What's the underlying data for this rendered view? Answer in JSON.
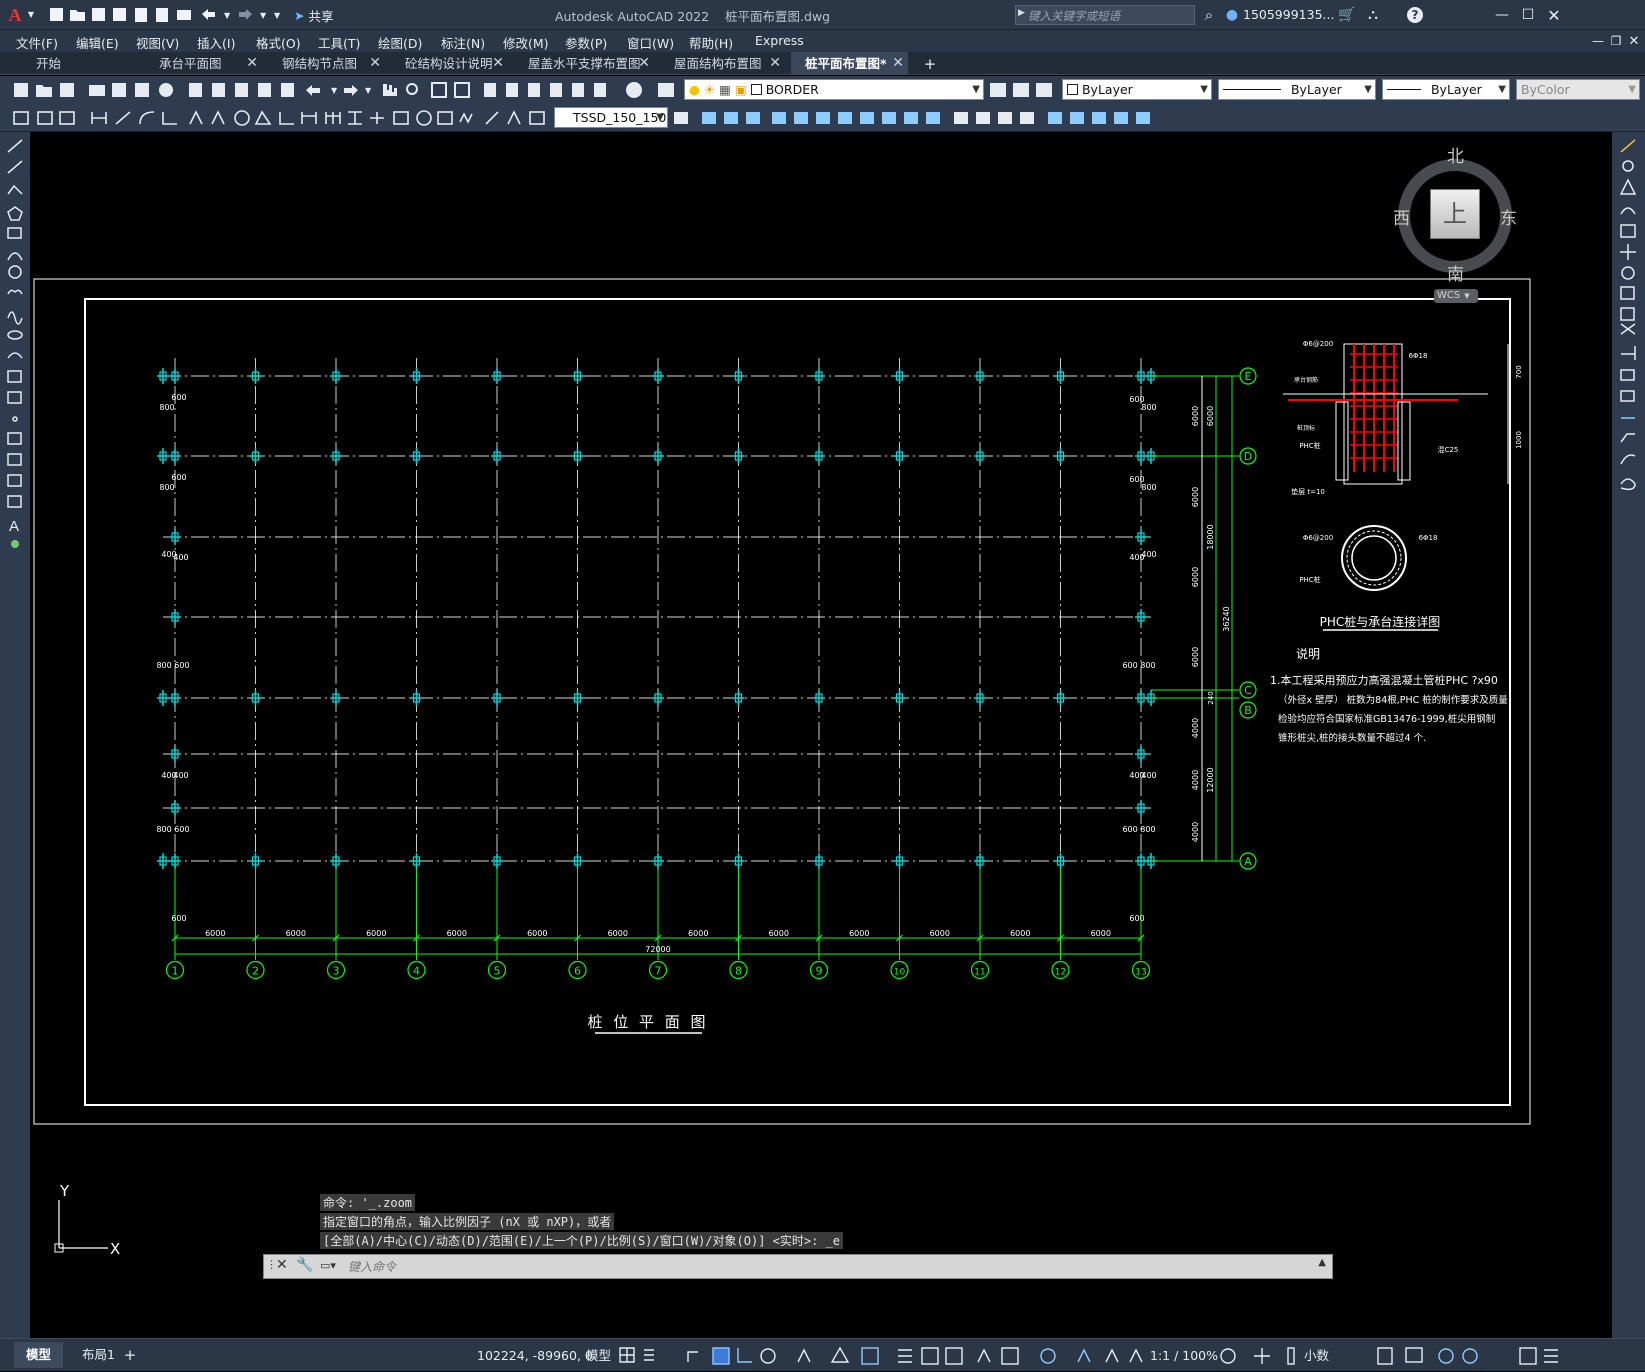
{
  "window": {
    "title": "Autodesk AutoCAD 2022    桩平面布置图.dwg",
    "share_label": "共享",
    "search_placeholder": "键入关键字或短语",
    "user": "1505999135...",
    "app_logo": "A"
  },
  "menu": [
    "文件(F)",
    "编辑(E)",
    "视图(V)",
    "插入(I)",
    "格式(O)",
    "工具(T)",
    "绘图(D)",
    "标注(N)",
    "修改(M)",
    "参数(P)",
    "窗口(W)",
    "帮助(H)",
    "Express"
  ],
  "tabs": [
    {
      "label": "开始",
      "closable": false
    },
    {
      "label": "承台平面图",
      "closable": true
    },
    {
      "label": "钢结构节点图",
      "closable": true
    },
    {
      "label": "砼结构设计说明",
      "closable": true
    },
    {
      "label": "屋盖水平支撑布置图",
      "closable": true
    },
    {
      "label": "屋面结构布置图",
      "closable": true
    },
    {
      "label": "桩平面布置图*",
      "closable": true,
      "active": true
    }
  ],
  "toolbar": {
    "layer_name": "BORDER",
    "color": "ByLayer",
    "linetype": "ByLayer",
    "lineweight": "ByLayer",
    "plotstyle": "ByColor",
    "dim_style": "TSSD_150_150"
  },
  "viewcube": {
    "north": "北",
    "south": "南",
    "east": "东",
    "west": "西",
    "top": "上",
    "wcs": "WCS"
  },
  "drawing": {
    "title": "桩 位 平 面 图",
    "span_labels": [
      "6000",
      "6000",
      "6000",
      "6000",
      "6000",
      "6000",
      "6000",
      "6000",
      "6000",
      "6000",
      "6000",
      "6000"
    ],
    "total_width": "72000",
    "column_axes": [
      "1",
      "2",
      "3",
      "4",
      "5",
      "6",
      "7",
      "8",
      "9",
      "10",
      "11",
      "12",
      "13"
    ],
    "row_axes": [
      "E",
      "D",
      "C",
      "B",
      "A"
    ],
    "right_dims": [
      "6000",
      "6000",
      "6000",
      "6000",
      "6000",
      "4000",
      "4000",
      "4000"
    ],
    "right_dims_outer": [
      "6000",
      "18000",
      "36240",
      "12000"
    ],
    "misc_dims": [
      "600",
      "800",
      "400",
      "800 600",
      "600 800",
      "240"
    ],
    "detail_title": "PHC桩与承台连接详图",
    "detail_labels": [
      "Φ6@200",
      "6Φ18",
      "承台钢筋",
      "桩顶标",
      "PHC桩",
      "混C25",
      "垫层 t=10",
      "Φ6@200",
      "6Φ18",
      "PHC桩"
    ],
    "detail_dims": [
      "700",
      "1000"
    ],
    "notes_title": "说明",
    "notes": [
      "1.本工程采用预应力高强混凝土管桩PHC  ?x90",
      "（外径x 壁厚）  桩数为84根,PHC 桩的制作要求及质量",
      "检验均应符合国家标准GB13476-1999,桩尖用钢制",
      "锥形桩尖,桩的接头数量不超过4 个."
    ]
  },
  "command": {
    "history": [
      "命令: '_.zoom",
      "指定窗口的角点，输入比例因子 (nX 或 nXP)，或者",
      "[全部(A)/中心(C)/动态(D)/范围(E)/上一个(P)/比例(S)/窗口(W)/对象(O)] <实时>: _e"
    ],
    "placeholder": "键入命令"
  },
  "ucs": {
    "x": "X",
    "y": "Y"
  },
  "status": {
    "layout_tabs": [
      "模型",
      "布局1"
    ],
    "coords": "102224, -89960, 0",
    "space": "模型",
    "scale": "1:1 / 100%",
    "units": "小数"
  },
  "colors": {
    "grid_green": "#00ff00",
    "cyan": "#00d8d8",
    "red": "#ff0000",
    "white": "#ffffff",
    "ui_bg": "#2b3647"
  }
}
